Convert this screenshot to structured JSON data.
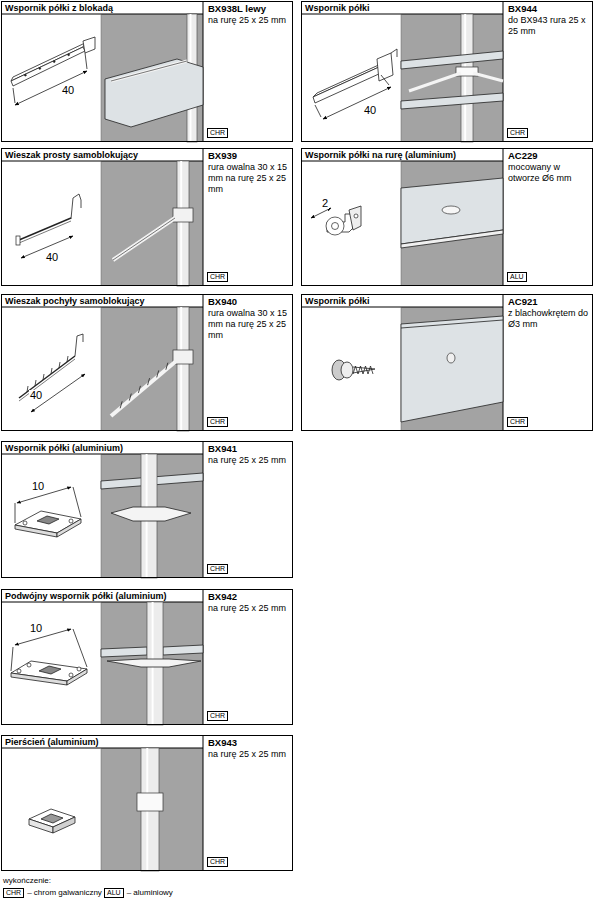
{
  "diagram": {
    "nodes": [
      {
        "text": [
          "Wspornik półki z blokadą",
          "BX938L lewy",
          "na rurę 25 x 25 mm"
        ]
      },
      {
        "text": [
          "CHR"
        ],
        "in": 0
      },
      {
        "text": [
          "Wspornik półki",
          "BX944",
          "do BX943 rura 25 x 25 mm"
        ]
      },
      {
        "text": [
          "CHR"
        ],
        "in": 2
      },
      {
        "text": [
          "Wieszak prosty samoblokujący",
          "BX939",
          "rura owalna 30 x 15 mm na rurę 25 x 25 mm"
        ]
      },
      {
        "text": [
          "CHR"
        ],
        "in": 4
      },
      {
        "text": [
          "Wspornik półki na rurę (aluminium)",
          "AC229",
          "mocowany w otworze Ø6 mm"
        ]
      },
      {
        "text": [
          "ALU"
        ],
        "in": 6
      },
      {
        "text": [
          "Wieszak pochyły samoblokujący",
          "BX940",
          "rura owalna 30 x 15 mm na rurę 25 x 25 mm"
        ]
      },
      {
        "text": [
          "CHR"
        ],
        "in": 8
      },
      {
        "text": [
          "Wspornik półki",
          "AC921",
          "z blachowkrętem do Ø3 mm"
        ]
      },
      {
        "text": [
          "CHR"
        ],
        "in": 10
      },
      {
        "text": [
          "Wspornik półki (aluminium)",
          "BX941",
          "na rurę 25 x 25 mm"
        ]
      },
      {
        "text": [
          "CHR"
        ],
        "in": 12
      },
      {
        "text": [
          "Podwójny wspornik półki (aluminium)",
          "BX942",
          "na rurę 25 x 25 mm"
        ]
      },
      {
        "text": [
          "CHR"
        ],
        "in": 14
      },
      {
        "text": [
          "Pierścień (aluminium)",
          "BX943",
          "na rurę 25 x 25 mm"
        ]
      },
      {
        "text": [
          "CHR"
        ],
        "in": 16
      },
      {
        "text": [
          "CHR"
        ]
      },
      {
        "text": [
          "ALU"
        ]
      }
    ],
    "labels": [
      "40",
      "40",
      "40",
      "2",
      "40",
      "10",
      "10",
      "wykończenie:",
      "– chrom galwaniczny",
      "– aluminiowy"
    ]
  }
}
